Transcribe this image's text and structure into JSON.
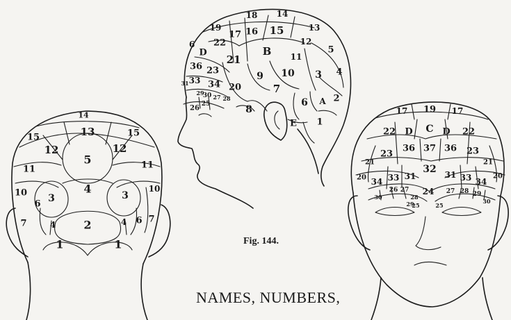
{
  "figure_label": "Fig. 144.",
  "caption": "NAMES, NUMBERS,",
  "back_view": [
    {
      "t": "14"
    },
    {
      "t": "15"
    },
    {
      "t": "13"
    },
    {
      "t": "15"
    },
    {
      "t": "12"
    },
    {
      "t": "12"
    },
    {
      "t": "5"
    },
    {
      "t": "11"
    },
    {
      "t": "11"
    },
    {
      "t": "4"
    },
    {
      "t": "10"
    },
    {
      "t": "3"
    },
    {
      "t": "3"
    },
    {
      "t": "10"
    },
    {
      "t": "6"
    },
    {
      "t": "7"
    },
    {
      "t": "4"
    },
    {
      "t": "2"
    },
    {
      "t": "4"
    },
    {
      "t": "6"
    },
    {
      "t": "7"
    },
    {
      "t": "1"
    },
    {
      "t": "1"
    }
  ],
  "side_view": [
    {
      "t": "18"
    },
    {
      "t": "14"
    },
    {
      "t": "19"
    },
    {
      "t": "13"
    },
    {
      "t": "17"
    },
    {
      "t": "16"
    },
    {
      "t": "15"
    },
    {
      "t": "6"
    },
    {
      "t": "22"
    },
    {
      "t": "12"
    },
    {
      "t": "D"
    },
    {
      "t": "5"
    },
    {
      "t": "21"
    },
    {
      "t": "B"
    },
    {
      "t": "11"
    },
    {
      "t": "36"
    },
    {
      "t": "23"
    },
    {
      "t": "4"
    },
    {
      "t": "9"
    },
    {
      "t": "10"
    },
    {
      "t": "3"
    },
    {
      "t": "33"
    },
    {
      "t": "34"
    },
    {
      "t": "20"
    },
    {
      "t": "31"
    },
    {
      "t": "7"
    },
    {
      "t": "30"
    },
    {
      "t": "27"
    },
    {
      "t": "28"
    },
    {
      "t": "29"
    },
    {
      "t": "A"
    },
    {
      "t": "2"
    },
    {
      "t": "8"
    },
    {
      "t": "6"
    },
    {
      "t": "26"
    },
    {
      "t": "25"
    },
    {
      "t": "E"
    },
    {
      "t": "1"
    }
  ],
  "front_view": [
    {
      "t": "17"
    },
    {
      "t": "19"
    },
    {
      "t": "17"
    },
    {
      "t": "22"
    },
    {
      "t": "D"
    },
    {
      "t": "C"
    },
    {
      "t": "D"
    },
    {
      "t": "22"
    },
    {
      "t": "23"
    },
    {
      "t": "36"
    },
    {
      "t": "37"
    },
    {
      "t": "36"
    },
    {
      "t": "23"
    },
    {
      "t": "21"
    },
    {
      "t": "21"
    },
    {
      "t": "32"
    },
    {
      "t": "20"
    },
    {
      "t": "34"
    },
    {
      "t": "33"
    },
    {
      "t": "31"
    },
    {
      "t": "31"
    },
    {
      "t": "33"
    },
    {
      "t": "34"
    },
    {
      "t": "20"
    },
    {
      "t": "24"
    },
    {
      "t": "30"
    },
    {
      "t": "26"
    },
    {
      "t": "27"
    },
    {
      "t": "28"
    },
    {
      "t": "29"
    },
    {
      "t": "25"
    },
    {
      "t": "27"
    },
    {
      "t": "28"
    },
    {
      "t": "29"
    },
    {
      "t": "30"
    },
    {
      "t": "25"
    }
  ]
}
